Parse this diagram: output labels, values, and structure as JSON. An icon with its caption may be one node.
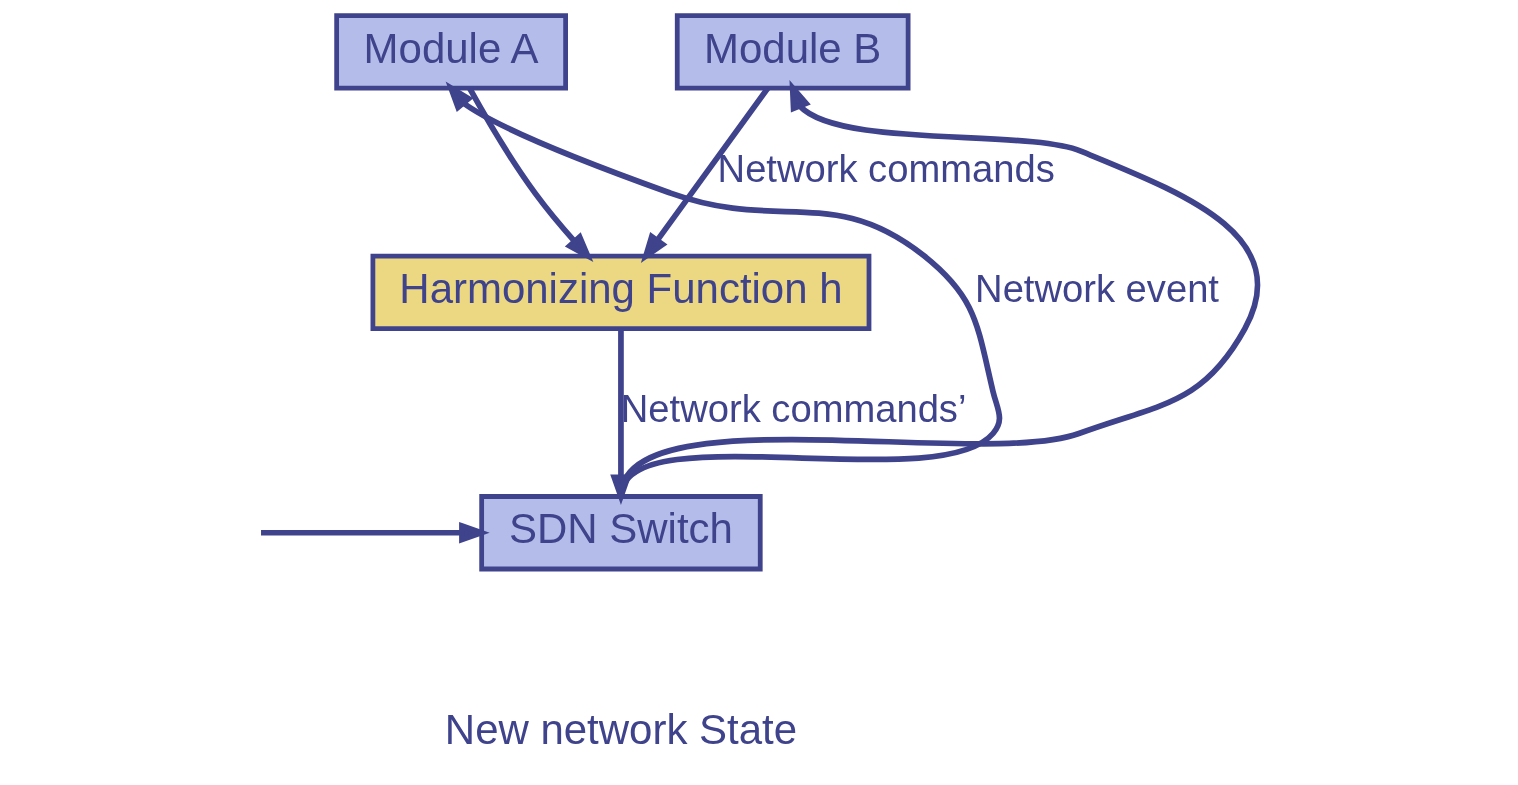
{
  "diagram": {
    "nodes": [
      {
        "text": [
          "Module A"
        ]
      },
      {
        "text": [
          "Module B"
        ]
      },
      {
        "text": [
          "Harmonizing Function h"
        ]
      },
      {
        "text": [
          "SDN Switch"
        ]
      }
    ],
    "edges": [
      {
        "from": null,
        "to": 3,
        "arrow": "to"
      },
      {
        "from": 3,
        "to": 0,
        "arrow": "to",
        "label": "Network event"
      },
      {
        "from": 3,
        "to": 1,
        "arrow": "to"
      },
      {
        "from": 0,
        "to": 2,
        "arrow": "to"
      },
      {
        "from": 1,
        "to": 2,
        "arrow": "to",
        "label": "Network commands"
      },
      {
        "from": 2,
        "to": 3,
        "arrow": "to",
        "label": "Network commands’"
      }
    ],
    "labels": [
      "New network State"
    ]
  }
}
